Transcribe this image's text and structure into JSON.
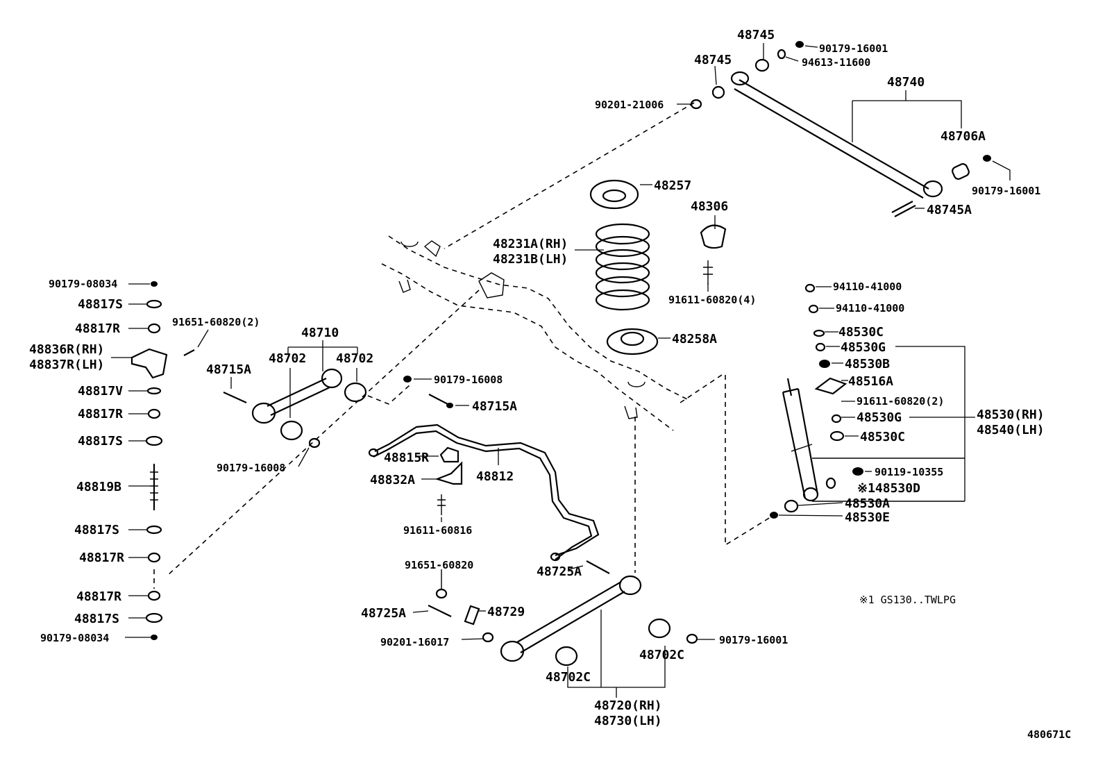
{
  "labels": {
    "p48745_a": "48745",
    "p48745_b": "48745",
    "p90179_16001_a": "90179-16001",
    "p94613_11600": "94613-11600",
    "p48740": "48740",
    "p90201_21006": "90201-21006",
    "p48706A": "48706A",
    "p90179_16001_b": "90179-16001",
    "p48745A": "48745A",
    "p48257": "48257",
    "p48306": "48306",
    "p48231A": "48231A(RH)",
    "p48231B": "48231B(LH)",
    "p91611_60820_4": "91611-60820(4)",
    "p94110_41000_a": "94110-41000",
    "p94110_41000_b": "94110-41000",
    "p48530C_a": "48530C",
    "p48530G_a": "48530G",
    "p48530B": "48530B",
    "p48516A": "48516A",
    "p91611_60820_2": "91611-60820(2)",
    "p48530G_b": "48530G",
    "p48530C_b": "48530C",
    "p48530RH": "48530(RH)",
    "p48540LH": "48540(LH)",
    "p90119_10355": "90119-10355",
    "p148530D": "※148530D",
    "p48530A": "48530A",
    "p48530E": "48530E",
    "p48258A": "48258A",
    "p90179_08034_a": "90179-08034",
    "p48817S_a": "48817S",
    "p48817R_a": "48817R",
    "p91651_60820_2": "91651-60820(2)",
    "p48836R": "48836R(RH)",
    "p48837R": "48837R(LH)",
    "p48710": "48710",
    "p48702_a": "48702",
    "p48702_b": "48702",
    "p48715A_a": "48715A",
    "p48817V": "48817V",
    "p48817R_b": "48817R",
    "p48817S_b": "48817S",
    "p48819B": "48819B",
    "p48817S_c": "48817S",
    "p48817R_c": "48817R",
    "p48817R_d": "48817R",
    "p48817S_d": "48817S",
    "p90179_08034_b": "90179-08034",
    "p90179_16008_a": "90179-16008",
    "p48715A_b": "48715A",
    "p90179_16008_b": "90179-16008",
    "p48815R": "48815R",
    "p48832A": "48832A",
    "p48812": "48812",
    "p91611_60816": "91611-60816",
    "p91651_60820": "91651-60820",
    "p48725A_a": "48725A",
    "p48725A_b": "48725A",
    "p48729": "48729",
    "p90201_16017": "90201-16017",
    "p90179_16001_c": "90179-16001",
    "p48702C_a": "48702C",
    "p48702C_b": "48702C",
    "p48720RH": "48720(RH)",
    "p48730LH": "48730(LH)"
  },
  "footnote": "※1  GS130..TWLPG",
  "figure_code": "480671C"
}
